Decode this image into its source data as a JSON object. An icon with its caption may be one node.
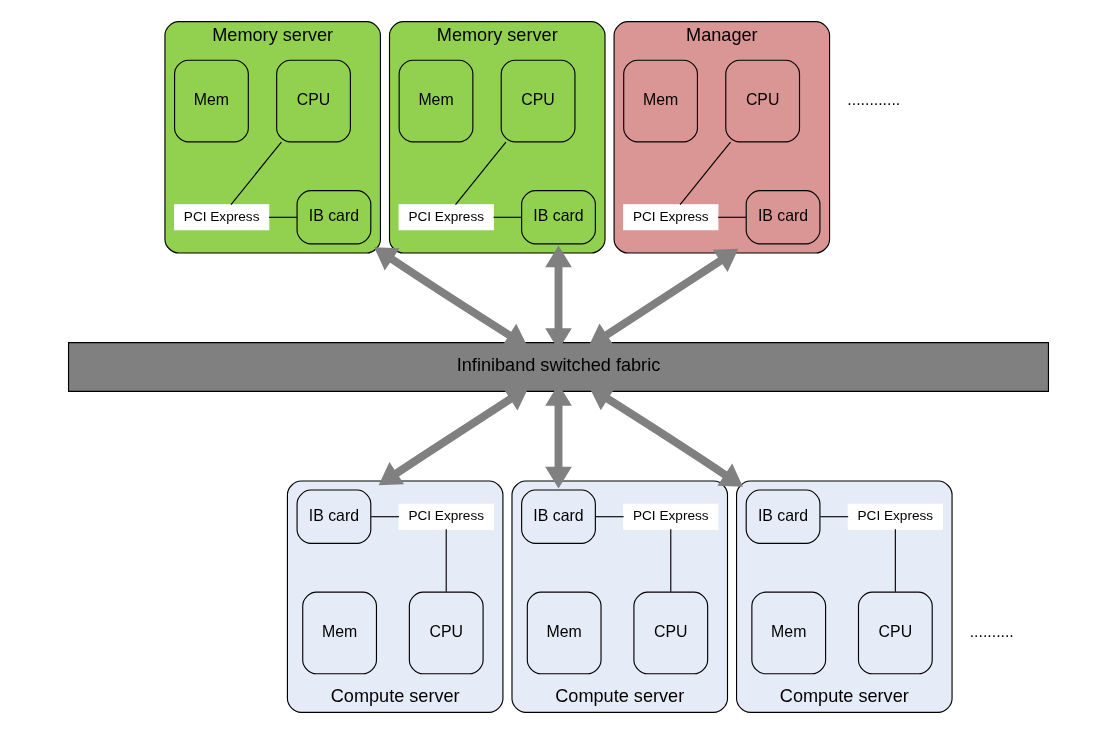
{
  "diagram": {
    "nodes": [
      {
        "text": [
          "Memory server"
        ]
      },
      {
        "text": [
          "CPU"
        ],
        "in": 0
      },
      {
        "text": [
          "Mem"
        ],
        "in": 0
      },
      {
        "text": [
          "PCI Express"
        ],
        "in": 0
      },
      {
        "text": [
          "IB card"
        ],
        "in": 0
      },
      {
        "text": [
          "Memory server"
        ]
      },
      {
        "text": [
          "CPU"
        ],
        "in": 5
      },
      {
        "text": [
          "Mem"
        ],
        "in": 5
      },
      {
        "text": [
          "PCI Express"
        ],
        "in": 5
      },
      {
        "text": [
          "IB card"
        ],
        "in": 5
      },
      {
        "text": [
          "Manager"
        ]
      },
      {
        "text": [
          "CPU"
        ],
        "in": 10
      },
      {
        "text": [
          "Mem"
        ],
        "in": 10
      },
      {
        "text": [
          "PCI Express"
        ],
        "in": 10
      },
      {
        "text": [
          "IB card"
        ],
        "in": 10
      },
      {
        "text": [
          "Infiniband switched fabric"
        ]
      },
      {
        "text": [
          "Compute server"
        ]
      },
      {
        "text": [
          "PCI Express"
        ],
        "in": 16
      },
      {
        "text": [
          "IB card"
        ],
        "in": 16
      },
      {
        "text": [
          "CPU"
        ],
        "in": 16
      },
      {
        "text": [
          "Mem"
        ],
        "in": 16
      },
      {
        "text": [
          "Compute server"
        ]
      },
      {
        "text": [
          "PCI Express"
        ],
        "in": 21
      },
      {
        "text": [
          "IB card"
        ],
        "in": 21
      },
      {
        "text": [
          "CPU"
        ],
        "in": 21
      },
      {
        "text": [
          "Mem"
        ],
        "in": 21
      },
      {
        "text": [
          "Compute server"
        ]
      },
      {
        "text": [
          "PCI Express"
        ],
        "in": 26
      },
      {
        "text": [
          "IB card"
        ],
        "in": 26
      },
      {
        "text": [
          "CPU"
        ],
        "in": 26
      },
      {
        "text": [
          "Mem"
        ],
        "in": 26
      }
    ],
    "edges": [
      {
        "from": 1,
        "to": 3,
        "arrow": "none"
      },
      {
        "from": 3,
        "to": 4,
        "arrow": "none"
      },
      {
        "from": 6,
        "to": 8,
        "arrow": "none"
      },
      {
        "from": 8,
        "to": 9,
        "arrow": "none"
      },
      {
        "from": 11,
        "to": 13,
        "arrow": "none"
      },
      {
        "from": 13,
        "to": 14,
        "arrow": "none"
      },
      {
        "from": 0,
        "to": 15,
        "arrow": "both",
        "style": "thick",
        "color": "#808080"
      },
      {
        "from": 5,
        "to": 15,
        "arrow": "both",
        "style": "thick",
        "color": "#808080"
      },
      {
        "from": 10,
        "to": 15,
        "arrow": "both",
        "style": "thick",
        "color": "#808080"
      },
      {
        "from": 15,
        "to": 16,
        "arrow": "both",
        "style": "thick",
        "color": "#808080"
      },
      {
        "from": 15,
        "to": 21,
        "arrow": "both",
        "style": "thick",
        "color": "#808080"
      },
      {
        "from": 15,
        "to": 26,
        "arrow": "both",
        "style": "thick",
        "color": "#808080"
      },
      {
        "from": 19,
        "to": 17,
        "arrow": "none"
      },
      {
        "from": 17,
        "to": 18,
        "arrow": "none"
      },
      {
        "from": 24,
        "to": 22,
        "arrow": "none"
      },
      {
        "from": 22,
        "to": 23,
        "arrow": "none"
      },
      {
        "from": 29,
        "to": 27,
        "arrow": "none"
      },
      {
        "from": 27,
        "to": 28,
        "arrow": "none"
      }
    ],
    "labels": [
      "............",
      ".........."
    ]
  }
}
